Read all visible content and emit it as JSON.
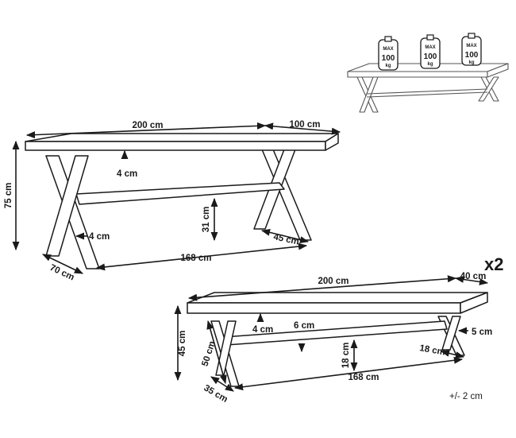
{
  "weights": {
    "max_label": "MAX",
    "value": "100",
    "unit": "kg"
  },
  "table": {
    "length": "200 cm",
    "depth": "100 cm",
    "height": "75 cm",
    "top_thickness": "4 cm",
    "leg_thickness": "4 cm",
    "clearance": "31 cm",
    "leg_angle": "45 cm",
    "inner_width": "168 cm",
    "leg_depth": "70 cm"
  },
  "bench": {
    "quantity": "x2",
    "length": "200 cm",
    "depth": "40 cm",
    "height": "45 cm",
    "leg_height": "50 cm",
    "top_thickness": "4 cm",
    "beam_thickness": "6 cm",
    "leg_thickness": "5 cm",
    "clearance": "18 cm",
    "leg_angle": "18 cm",
    "inner_width": "168 cm",
    "leg_depth": "35 cm"
  },
  "tolerance": "+/- 2 cm"
}
